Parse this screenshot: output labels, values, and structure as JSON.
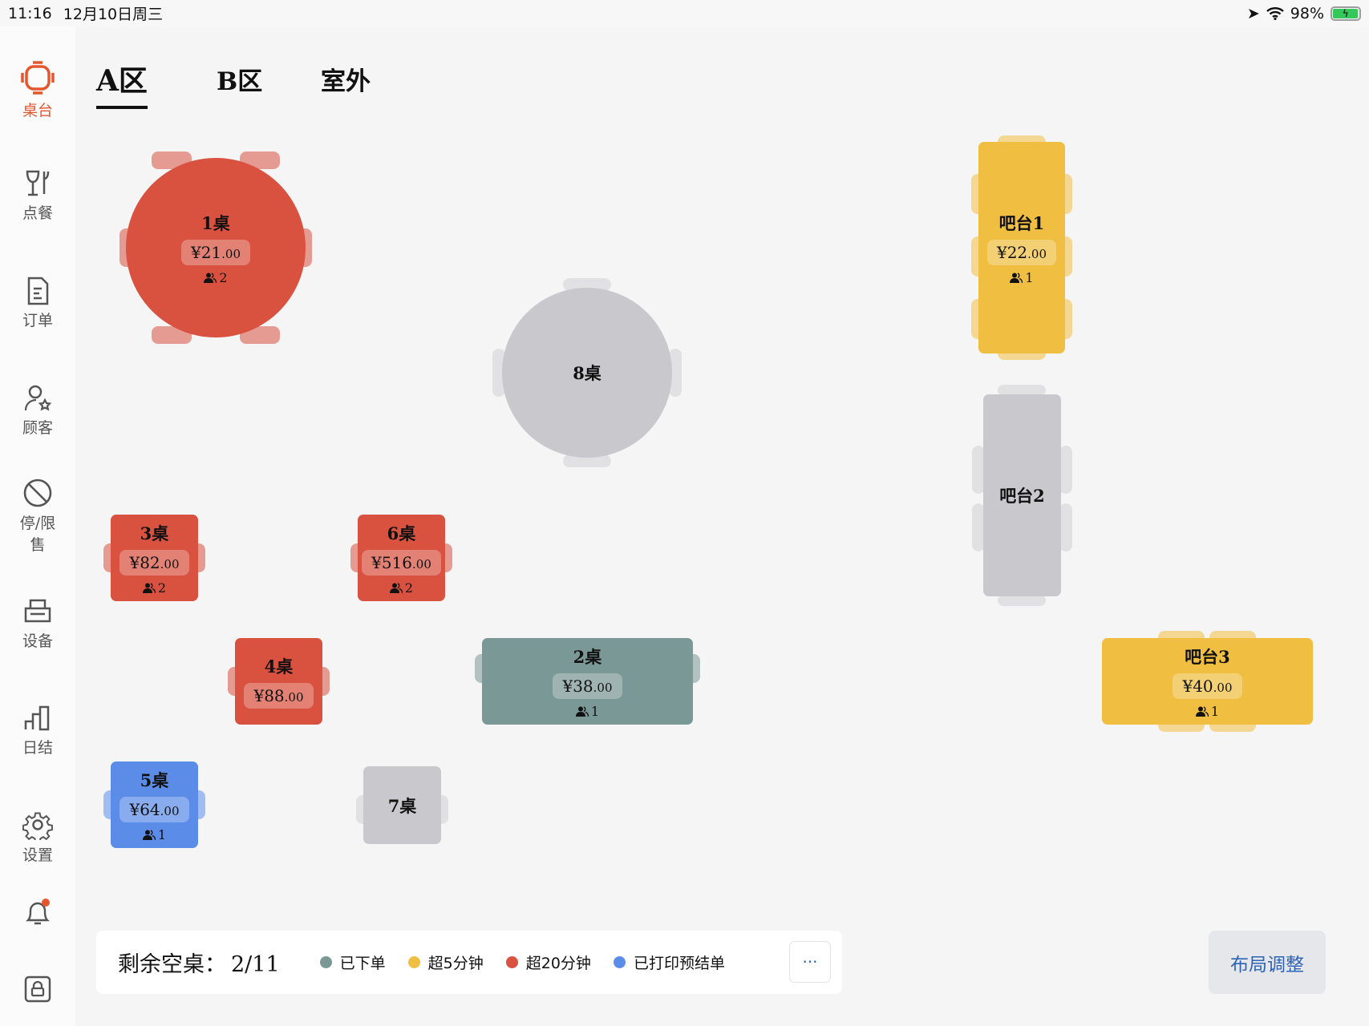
{
  "status_bar": {
    "time": "11:16",
    "date": "12月10日周三",
    "battery": "98%"
  },
  "sidebar": {
    "items": [
      {
        "label": "桌台",
        "icon": "table-icon",
        "active": true
      },
      {
        "label": "点餐",
        "icon": "dining-icon"
      },
      {
        "label": "订单",
        "icon": "order-icon"
      },
      {
        "label": "顾客",
        "icon": "customer-icon"
      },
      {
        "label": "停/限",
        "label2": "售",
        "icon": "ban-icon"
      },
      {
        "label": "设备",
        "icon": "printer-icon"
      },
      {
        "label": "日结",
        "icon": "chart-icon"
      },
      {
        "label": "设置",
        "icon": "gear-icon"
      }
    ],
    "bell_icon": "bell-icon",
    "lock_icon": "lock-icon"
  },
  "tabs": [
    {
      "label": "A区",
      "active": true
    },
    {
      "label": "B区"
    },
    {
      "label": "室外"
    }
  ],
  "tables": [
    {
      "name": "1桌",
      "amount": "¥21",
      "cents": ".00",
      "guests": "2",
      "status": "over20"
    },
    {
      "name": "8桌",
      "status": "empty"
    },
    {
      "name": "吧台1",
      "amount": "¥22",
      "cents": ".00",
      "guests": "1",
      "status": "over5"
    },
    {
      "name": "吧台2",
      "status": "empty"
    },
    {
      "name": "3桌",
      "amount": "¥82",
      "cents": ".00",
      "guests": "2",
      "status": "over20"
    },
    {
      "name": "6桌",
      "amount": "¥516",
      "cents": ".00",
      "guests": "2",
      "status": "over20"
    },
    {
      "name": "4桌",
      "amount": "¥88",
      "cents": ".00",
      "status": "over20"
    },
    {
      "name": "2桌",
      "amount": "¥38",
      "cents": ".00",
      "guests": "1",
      "status": "ordered"
    },
    {
      "name": "吧台3",
      "amount": "¥40",
      "cents": ".00",
      "guests": "1",
      "status": "over5"
    },
    {
      "name": "5桌",
      "amount": "¥64",
      "cents": ".00",
      "guests": "1",
      "status": "printed"
    },
    {
      "name": "7桌",
      "status": "empty"
    }
  ],
  "status_colors": {
    "ordered": "#7a9895",
    "over5": "#f0be41",
    "over20": "#d9513f",
    "printed": "#5b8de8",
    "empty": "#c8c8cd"
  },
  "footer": {
    "remaining_label": "剩余空桌：",
    "remaining_value": "2/11",
    "legend": [
      {
        "label": "已下单",
        "color": "#7a9895"
      },
      {
        "label": "超5分钟",
        "color": "#f0be41"
      },
      {
        "label": "超20分钟",
        "color": "#d9513f"
      },
      {
        "label": "已打印预结单",
        "color": "#5b8de8"
      }
    ],
    "more_label": "···",
    "layout_button": "布局调整"
  }
}
